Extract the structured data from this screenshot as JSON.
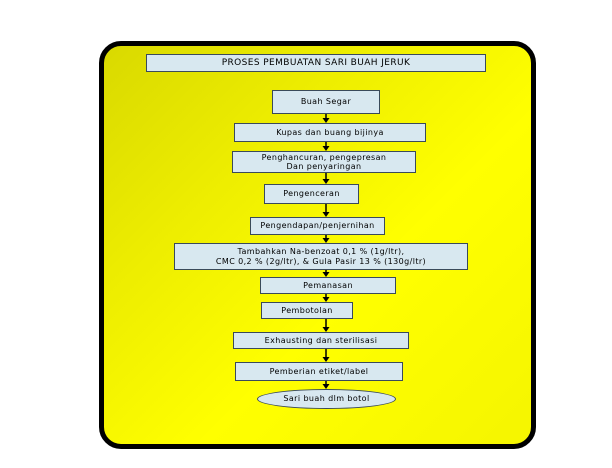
{
  "diagram": {
    "title": "PROSES PEMBUATAN SARI BUAH JERUK",
    "steps": [
      "Buah Segar",
      "Kupas dan buang bijinya",
      "Penghancuran, pengepresan\nDan penyaringan",
      "Pengenceran",
      "Pengendapan/penjernihan",
      "Tambahkan Na-benzoat 0,1 % (1g/ltr),\nCMC 0,2 % (2g/ltr), & Gula Pasir 13 % (130g/ltr)",
      "Pemanasan",
      "Pembotolan",
      "Exhausting dan sterilisasi",
      "Pemberian etiket/label",
      "Sari buah dlm botol"
    ]
  },
  "colors": {
    "panel_fill": "#f0f000",
    "box_fill": "#d8e8f0",
    "border": "#000000"
  }
}
